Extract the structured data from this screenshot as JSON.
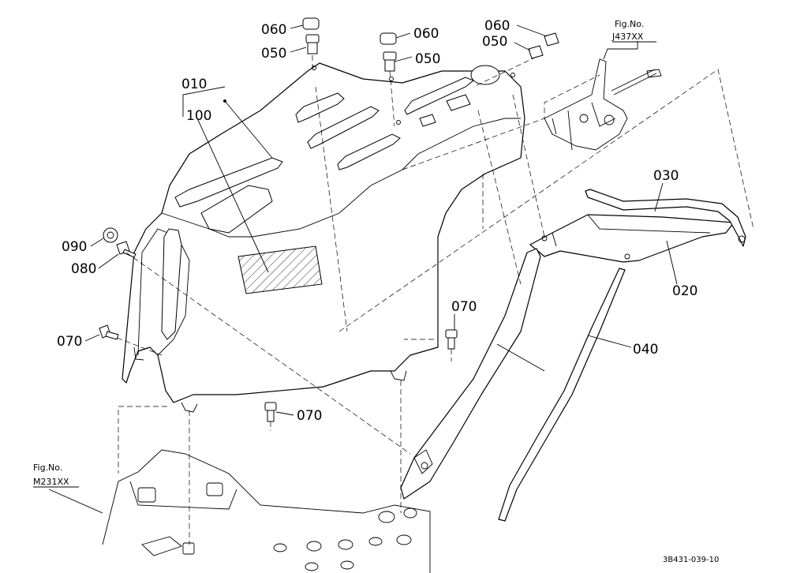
{
  "labels": {
    "p010": "010",
    "p100": "100",
    "p020": "020",
    "p030": "030",
    "p040": "040",
    "p050a": "050",
    "p050b": "050",
    "p050c": "050",
    "p060a": "060",
    "p060b": "060",
    "p060c": "060",
    "p070a": "070",
    "p070b": "070",
    "p070c": "070",
    "p080": "080",
    "p090": "090"
  },
  "refs": {
    "ref1_title": "Fig.No.",
    "ref1_code": "J437XX",
    "ref2_title": "Fig.No.",
    "ref2_code": "M231XX"
  },
  "drawing_code": "3B431-039-10"
}
